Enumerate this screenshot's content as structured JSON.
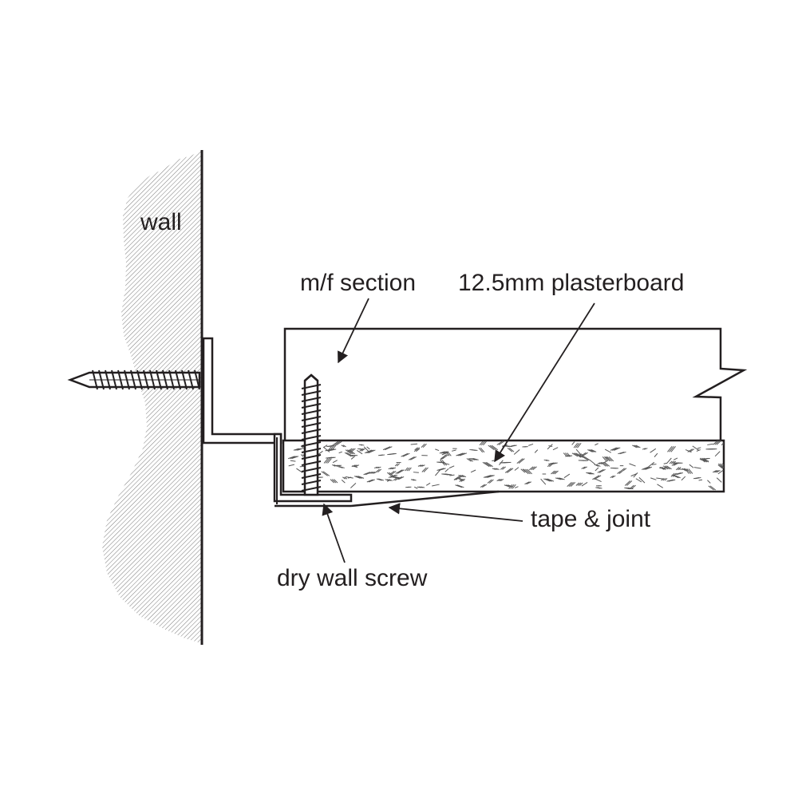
{
  "labels": {
    "wall": "wall",
    "mf_section": "m/f section",
    "plasterboard": "12.5mm plasterboard",
    "tape_joint": "tape & joint",
    "drywall_screw": "dry wall screw"
  },
  "colors": {
    "line": "#231f20",
    "hatch": "#8a8a8a",
    "fill": "#ffffff"
  }
}
